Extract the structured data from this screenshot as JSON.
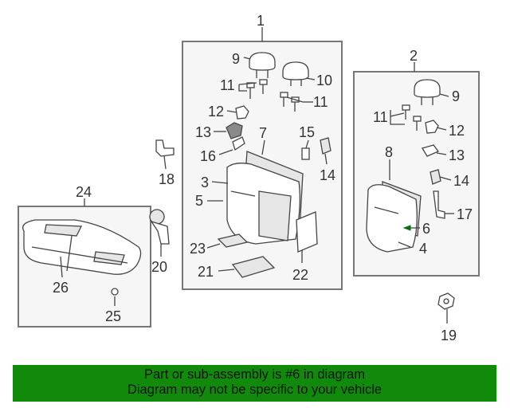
{
  "callouts": {
    "c1": "1",
    "c2": "2",
    "c3": "3",
    "c4": "4",
    "c5": "5",
    "c6": "6",
    "c7": "7",
    "c8": "8",
    "c9a": "9",
    "c9b": "9",
    "c10": "10",
    "c11a": "11",
    "c11b": "11",
    "c11c": "11",
    "c12a": "12",
    "c12b": "12",
    "c13a": "13",
    "c13b": "13",
    "c14a": "14",
    "c14b": "14",
    "c15": "15",
    "c16": "16",
    "c17": "17",
    "c18": "18",
    "c19": "19",
    "c20": "20",
    "c21": "21",
    "c22": "22",
    "c23": "23",
    "c24": "24",
    "c25": "25",
    "c26": "26"
  },
  "banner": {
    "line1": "Part or sub-assembly is #6 in diagram",
    "line2": "Diagram may not be specific to your vehicle"
  },
  "colors": {
    "banner_bg": "#118a0c",
    "highlight": "#0d6b1a"
  }
}
